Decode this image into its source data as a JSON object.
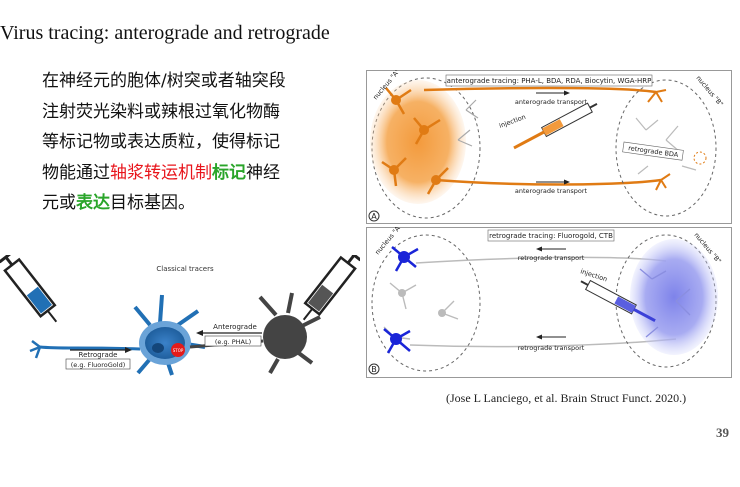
{
  "slide": {
    "title": "Virus tracing: anterograde and retrograde",
    "body": {
      "line1": "在神经元的胞体/树突或者轴突段",
      "line2": "注射荧光染料或辣根过氧化物酶",
      "line3": "等标记物或表达质粒，使得标记",
      "line4_a": "物能通过",
      "line4_red": "轴浆转运机制",
      "line4_green": "标记",
      "line4_b": "神经",
      "line5_a": "元或",
      "line5_green": "表达",
      "line5_b": "目标基因。"
    },
    "citation": "(Jose L Lanciego, et al. Brain Struct Funct. 2020.)",
    "page_number": "39"
  },
  "left_figure": {
    "title": "Classical tracers",
    "anterograde_label": "Anterograde",
    "anterograde_example": "(e.g. PHAL)",
    "retrograde_label": "Retrograde",
    "retrograde_example": "(e.g. FluoroGold)",
    "stop_label": "STOP"
  },
  "panel_a": {
    "letter": "A",
    "header": "anterograde tracing: PHA-L, BDA, RDA, Biocytin, WGA-HRP",
    "nucleus_a": "nucleus \"A\"",
    "nucleus_b": "nucleus \"B\"",
    "transport_top": "anterograde transport",
    "transport_bottom": "anterograde transport",
    "injection": "injection",
    "retrograde_bda": "retrograde BDA"
  },
  "panel_b": {
    "letter": "B",
    "header": "retrograde tracing: Fluorogold, CTB",
    "nucleus_a": "nucleus \"A\"",
    "nucleus_b": "nucleus \"B\"",
    "transport_top": "retrograde transport",
    "transport_bottom": "retrograde transport",
    "injection": "injection"
  },
  "colors": {
    "orange": "#f39a3c",
    "blue": "#1a25d8",
    "nucleus_blue": "#1f6fb5",
    "red_text": "#e8141b",
    "green_text": "#2aa52a"
  }
}
